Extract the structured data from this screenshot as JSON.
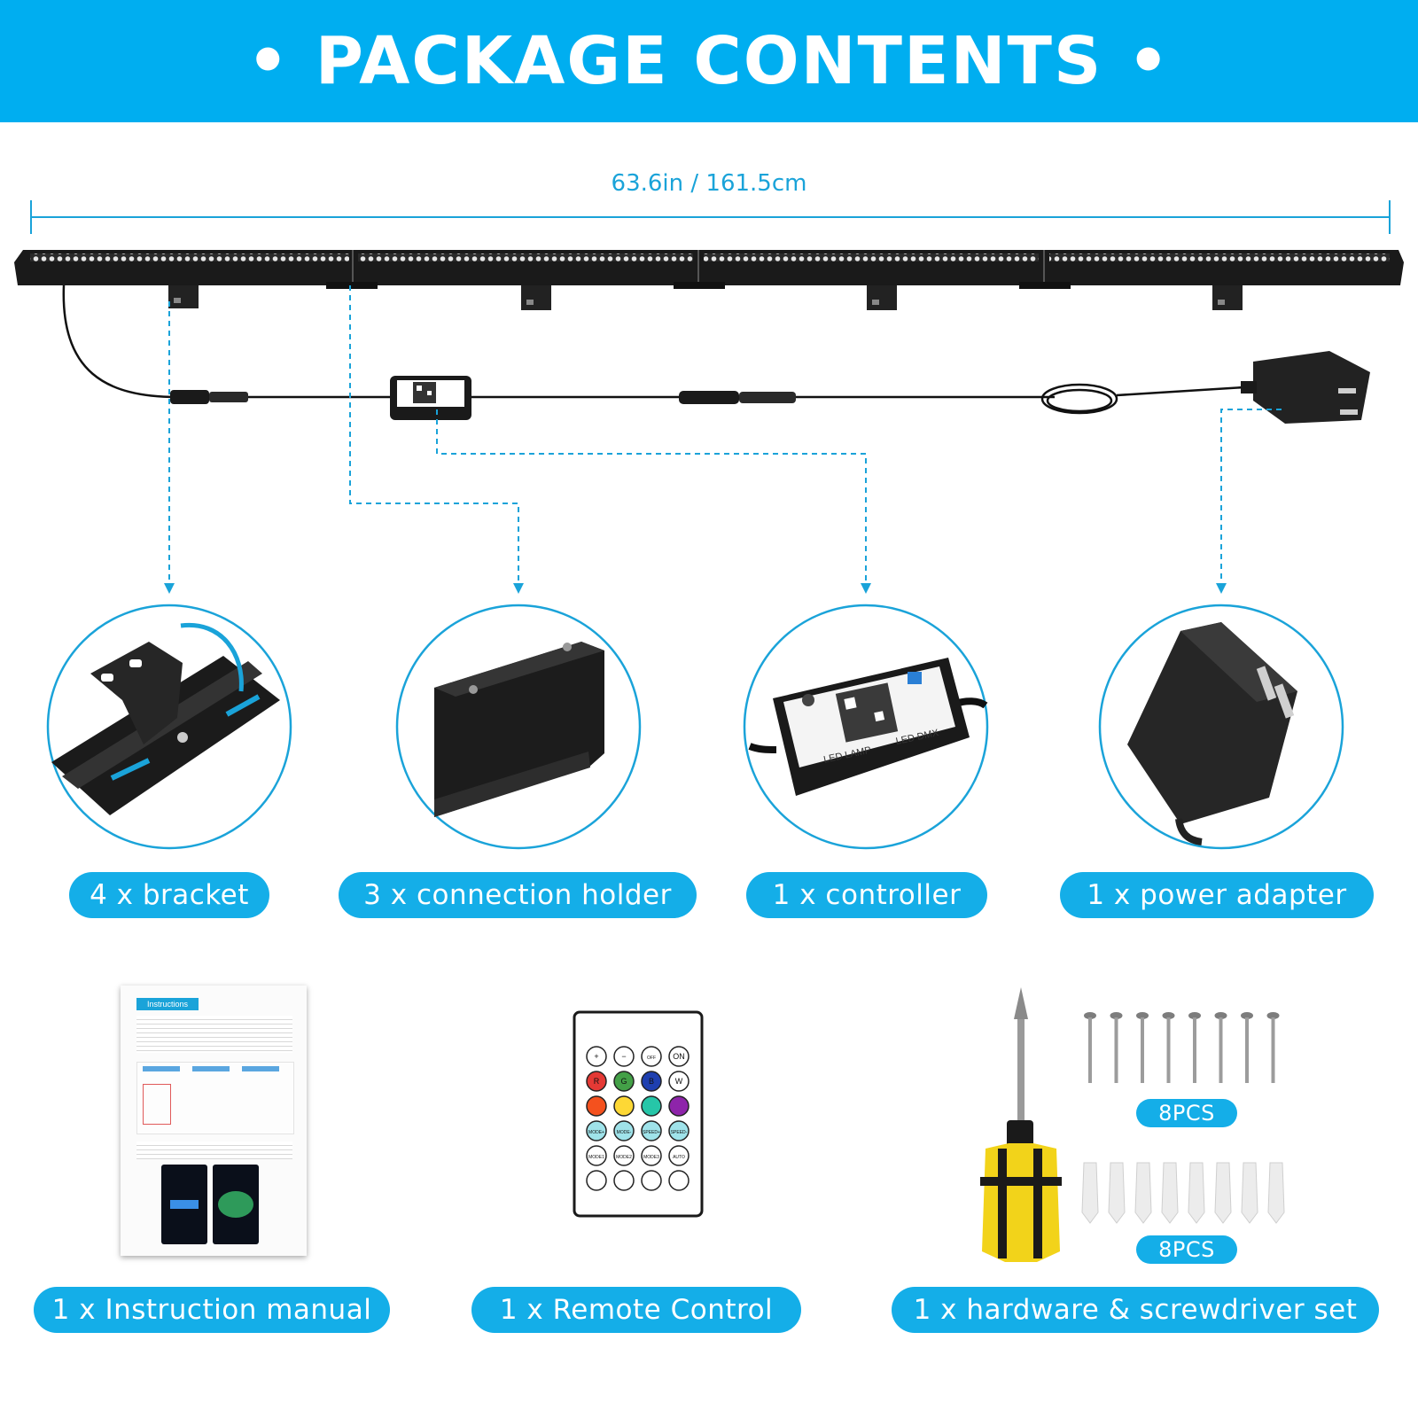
{
  "header": {
    "title": "• PACKAGE CONTENTS •"
  },
  "dimension": {
    "label": "63.6in / 161.5cm"
  },
  "items": [
    {
      "label": "4 x bracket"
    },
    {
      "label": "3 x connection holder"
    },
    {
      "label": "1 x controller"
    },
    {
      "label": "1 x power adapter"
    },
    {
      "label": "1 x Instruction manual"
    },
    {
      "label": "1 x Remote Control"
    },
    {
      "label": "1 x hardware & screwdriver set"
    }
  ],
  "hardware": {
    "screws_count": "8PCS",
    "anchors_count": "8PCS"
  },
  "manual": {
    "tab_label": "Instructions"
  },
  "controller": {
    "line1": "LED LAMP",
    "line2": "LED DMX"
  },
  "remote": {
    "buttons": [
      "+",
      "−",
      "OFF",
      "ON",
      "R",
      "G",
      "B",
      "W",
      "",
      "",
      "",
      "",
      "MODE+",
      "MODE-",
      "SPEED+",
      "SPEED-",
      "MODE1",
      "MODE2",
      "MODE3",
      "AUTO",
      "",
      "",
      "",
      ""
    ]
  },
  "colors": {
    "accent": "#00aef0",
    "pill": "#14aee8",
    "guide": "#1aa3d9",
    "product": "#1a1a1a"
  }
}
